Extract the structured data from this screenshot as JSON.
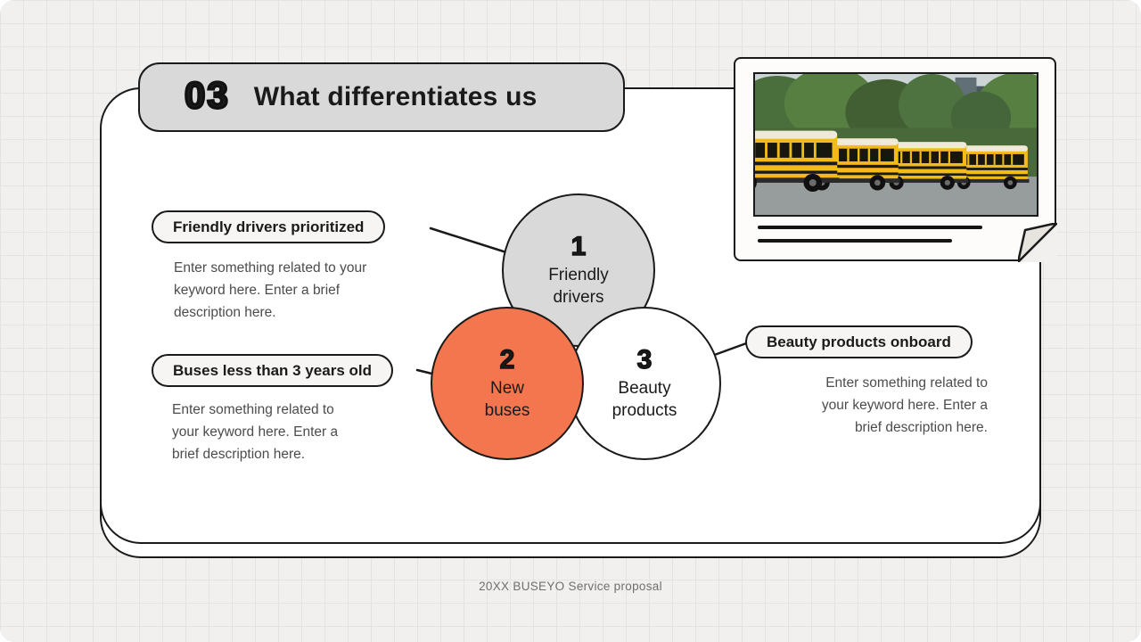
{
  "header": {
    "section_number": "03",
    "title": "What differentiates us"
  },
  "diagram": {
    "circles": [
      {
        "number": "1",
        "label": "Friendly\ndrivers",
        "color": "#D9D9D9"
      },
      {
        "number": "2",
        "label": "New\nbuses",
        "color": "#F4764E"
      },
      {
        "number": "3",
        "label": "Beauty\nproducts",
        "color": "#FFFFFF"
      }
    ]
  },
  "callouts": [
    {
      "pill": "Friendly drivers prioritized",
      "description": "Enter something related to your\nkeyword here. Enter a brief\ndescription here."
    },
    {
      "pill": "Buses less than 3 years old",
      "description": "Enter something related to\nyour keyword here. Enter a\nbrief description here."
    },
    {
      "pill": "Beauty products onboard",
      "description": "Enter something related to\nyour keyword here. Enter a\nbrief description here."
    }
  ],
  "photo_card": {
    "photo": "yellow-school-buses"
  },
  "footer": {
    "text": "20XX BUSEYO Service proposal"
  },
  "colors": {
    "background": "#F2F0EE",
    "ink": "#1A1A1A",
    "accent_orange": "#F4764E",
    "muted_gray": "#D9D9D9",
    "body_text": "#4C4C4C"
  }
}
